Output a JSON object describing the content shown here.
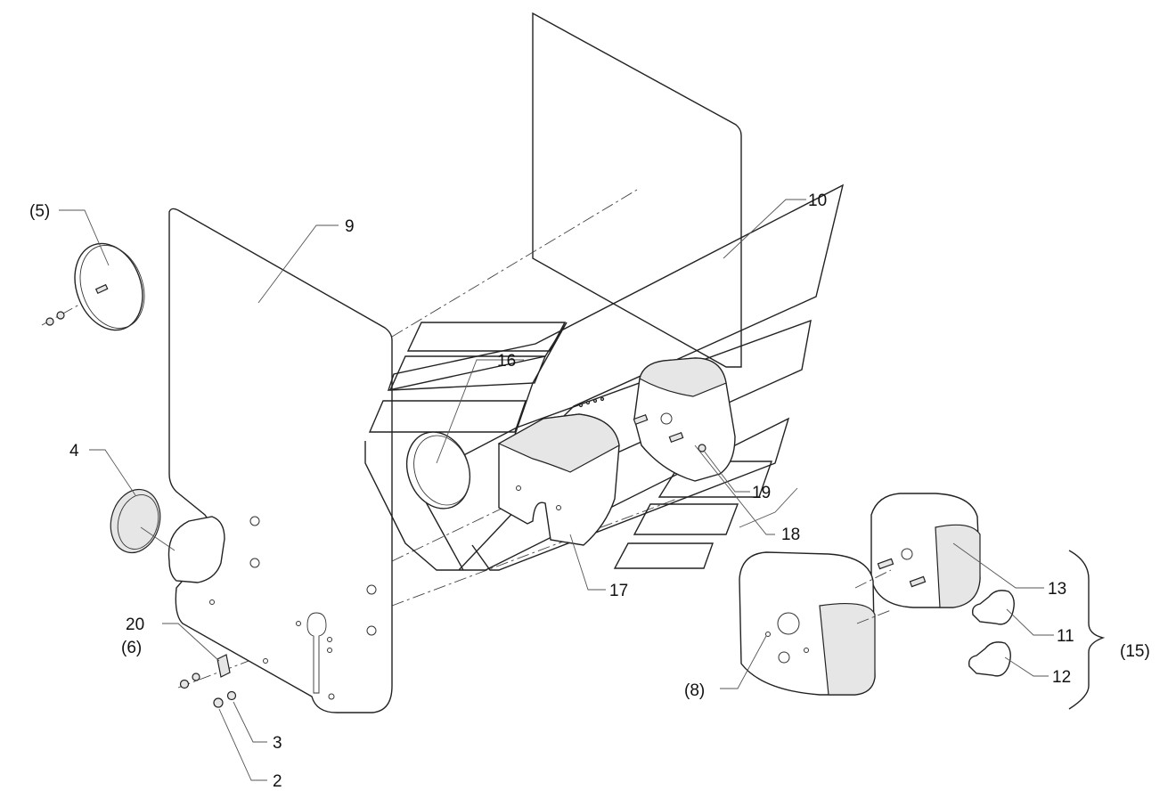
{
  "diagram": {
    "callouts": [
      {
        "id": "c5",
        "text": "(5)"
      },
      {
        "id": "c9",
        "text": "9"
      },
      {
        "id": "c10",
        "text": "10"
      },
      {
        "id": "c16",
        "text": "16"
      },
      {
        "id": "c4",
        "text": "4"
      },
      {
        "id": "c19",
        "text": "19"
      },
      {
        "id": "c18",
        "text": "18"
      },
      {
        "id": "c17",
        "text": "17"
      },
      {
        "id": "c13",
        "text": "13"
      },
      {
        "id": "c11",
        "text": "11"
      },
      {
        "id": "c15",
        "text": "(15)"
      },
      {
        "id": "c12",
        "text": "12"
      },
      {
        "id": "c8",
        "text": "(8)"
      },
      {
        "id": "c20",
        "text": "20"
      },
      {
        "id": "c6",
        "text": "(6)"
      },
      {
        "id": "c3",
        "text": "3"
      },
      {
        "id": "c2",
        "text": "2"
      }
    ]
  }
}
